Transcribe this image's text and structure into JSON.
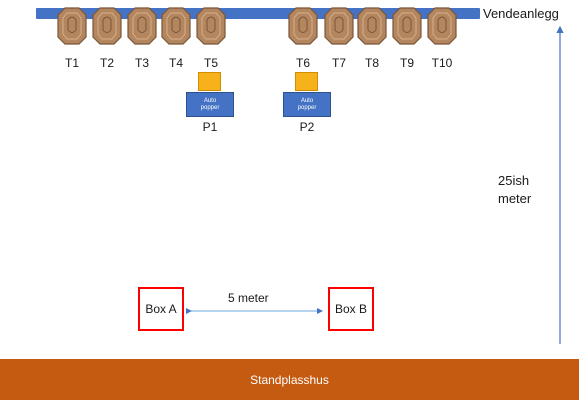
{
  "rail": {
    "label": "Vendeanlegg",
    "color": "#4472c4"
  },
  "targets": [
    {
      "label": "T1",
      "icon": "target-icon"
    },
    {
      "label": "T2",
      "icon": "target-icon"
    },
    {
      "label": "T3",
      "icon": "target-icon"
    },
    {
      "label": "T4",
      "icon": "target-icon"
    },
    {
      "label": "T5",
      "icon": "target-icon"
    },
    {
      "label": "T6",
      "icon": "target-icon"
    },
    {
      "label": "T7",
      "icon": "target-icon"
    },
    {
      "label": "T8",
      "icon": "target-icon"
    },
    {
      "label": "T9",
      "icon": "target-icon"
    },
    {
      "label": "T10",
      "icon": "target-icon"
    }
  ],
  "poppers": [
    {
      "label": "P1",
      "caption_line1": "Auto",
      "caption_line2": "popper"
    },
    {
      "label": "P2",
      "caption_line1": "Auto",
      "caption_line2": "popper"
    }
  ],
  "distance": {
    "line1": "25ish",
    "line2": "meter"
  },
  "boxes": {
    "a": "Box A",
    "b": "Box B",
    "gap_label": "5 meter",
    "border_color": "#ff0000"
  },
  "stand": {
    "label": "Standplasshus",
    "color": "#c55a11"
  },
  "colors": {
    "target_fill": "#b38660",
    "target_stroke": "#7a5537",
    "popper_top": "#f7b21b",
    "arrow": "#4472c4"
  }
}
